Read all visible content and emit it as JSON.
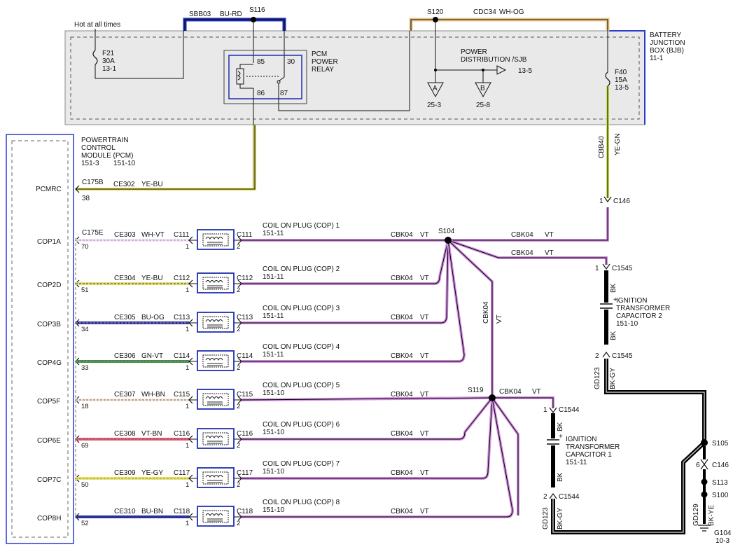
{
  "colors": {
    "violet": "#d28ee0",
    "yellow": "#e8e25a",
    "blue": "#1f2fb0",
    "green": "#3f8f3f",
    "box_border": "#2e3ccc",
    "box_fill": "#e9e9e9"
  },
  "bjb": {
    "title": [
      "BATTERY",
      "JUNCTION",
      "BOX (BJB)",
      "11-1"
    ],
    "hot_label": "Hot at all times",
    "f21": [
      "F21",
      "30A",
      "13-1"
    ],
    "f40": [
      "F40",
      "15A",
      "13-5"
    ],
    "sbb03": "SBB03",
    "sbb03_color": "BU-RD",
    "s116": "S116",
    "s120": "S120",
    "cdc34": "CDC34",
    "cdc34_color": "WH-OG",
    "relay_title": [
      "PCM",
      "POWER",
      "RELAY"
    ],
    "relay_pins": [
      "85",
      "30",
      "86",
      "87"
    ],
    "power_dist": [
      "POWER",
      "DISTRIBUTION /SJB"
    ],
    "power_dist_ref": "13-5",
    "tri_a": "A",
    "tri_a_ref": "25-3",
    "tri_b": "B",
    "tri_b_ref": "25-8"
  },
  "pcm": {
    "title": [
      "POWERTRAIN",
      "CONTROL",
      "MODULE (PCM)"
    ],
    "refs": [
      "151-3",
      "151-10"
    ],
    "pcmrc": "PCMRC",
    "c175b": "C175B",
    "pin38": "38",
    "ce302": "CE302",
    "ce302_color": "YE-BU",
    "c175e": "C175E"
  },
  "cbb40": "CBB40",
  "cbb40_color": "YE-GN",
  "c146_top_pin": "1",
  "c146_top": "C146",
  "cop_rows": [
    {
      "signal": "COP1A",
      "pin": "70",
      "circuit": "CE303",
      "color": "WH-VT",
      "in_conn": "C111",
      "out_conn": "C111",
      "in_pin": "1",
      "out_pin": "2",
      "title": "COIL ON PLUG (COP) 1",
      "ref": "151-11",
      "cbk": "CBK04",
      "vt": "VT"
    },
    {
      "signal": "COP2D",
      "pin": "51",
      "circuit": "CE304",
      "color": "YE-BU",
      "in_conn": "C112",
      "out_conn": "C112",
      "in_pin": "1",
      "out_pin": "2",
      "title": "COIL ON PLUG (COP) 2",
      "ref": "151-11",
      "cbk": "CBK04",
      "vt": "VT"
    },
    {
      "signal": "COP3B",
      "pin": "34",
      "circuit": "CE305",
      "color": "BU-OG",
      "in_conn": "C113",
      "out_conn": "C113",
      "in_pin": "1",
      "out_pin": "2",
      "title": "COIL ON PLUG (COP) 3",
      "ref": "151-11",
      "cbk": "CBK04",
      "vt": "VT"
    },
    {
      "signal": "COP4G",
      "pin": "33",
      "circuit": "CE306",
      "color": "GN-VT",
      "in_conn": "C114",
      "out_conn": "C114",
      "in_pin": "1",
      "out_pin": "2",
      "title": "COIL ON PLUG (COP) 4",
      "ref": "151-11",
      "cbk": "CBK04",
      "vt": "VT"
    },
    {
      "signal": "COP5F",
      "pin": "18",
      "circuit": "CE307",
      "color": "WH-BN",
      "in_conn": "C115",
      "out_conn": "C115",
      "in_pin": "1",
      "out_pin": "2",
      "title": "COIL ON PLUG (COP) 5",
      "ref": "151-10",
      "cbk": "CBK04",
      "vt": "VT"
    },
    {
      "signal": "COP6E",
      "pin": "69",
      "circuit": "CE308",
      "color": "VT-BN",
      "in_conn": "C116",
      "out_conn": "C116",
      "in_pin": "1",
      "out_pin": "2",
      "title": "COIL ON PLUG (COP) 6",
      "ref": "151-10",
      "cbk": "CBK04",
      "vt": "VT"
    },
    {
      "signal": "COP7C",
      "pin": "50",
      "circuit": "CE309",
      "color": "YE-GY",
      "in_conn": "C117",
      "out_conn": "C117",
      "in_pin": "1",
      "out_pin": "2",
      "title": "COIL ON PLUG (COP) 7",
      "ref": "151-10",
      "cbk": "CBK04",
      "vt": "VT"
    },
    {
      "signal": "COP8H",
      "pin": "52",
      "circuit": "CE310",
      "color": "BU-BN",
      "in_conn": "C118",
      "out_conn": "C118",
      "in_pin": "1",
      "out_pin": "2",
      "title": "COIL ON PLUG (COP) 8",
      "ref": "151-10",
      "cbk": "CBK04",
      "vt": "VT"
    }
  ],
  "s104": "S104",
  "s104_right_cbk": "CBK04",
  "s104_right_vt": "VT",
  "s104_branch_cbk": "CBK04",
  "s104_branch_vt": "VT",
  "vertical_cbk": "CBK04",
  "vertical_vt": "VT",
  "s119": "S119",
  "s119_cbk": "CBK04",
  "s119_vt": "VT",
  "cap2": {
    "title": [
      "IGNITION",
      "TRANSFORMER",
      "CAPACITOR 2"
    ],
    "ref": "151-10",
    "c_top": "C1545",
    "c_bottom": "C1545",
    "pin_top": "1",
    "pin_bottom": "2",
    "bk": "BK",
    "gd": "GD123",
    "gd_color": "BK-GY",
    "plus": "+"
  },
  "cap1": {
    "title": [
      "IGNITION",
      "TRANSFORMER",
      "CAPACITOR 1"
    ],
    "ref": "151-11",
    "c_top": "C1544",
    "c_bottom": "C1544",
    "pin_top": "1",
    "pin_bottom": "2",
    "bk": "BK",
    "gd": "GD123",
    "gd_color": "BK-GY",
    "plus": "+"
  },
  "ground": {
    "s105": "S105",
    "c146": "C146",
    "c146_pin": "6",
    "s113": "S113",
    "s100": "S100",
    "gd129": "GD129",
    "gd129_color": "BK-YE",
    "g104": "G104",
    "g104_ref": "10-3"
  }
}
